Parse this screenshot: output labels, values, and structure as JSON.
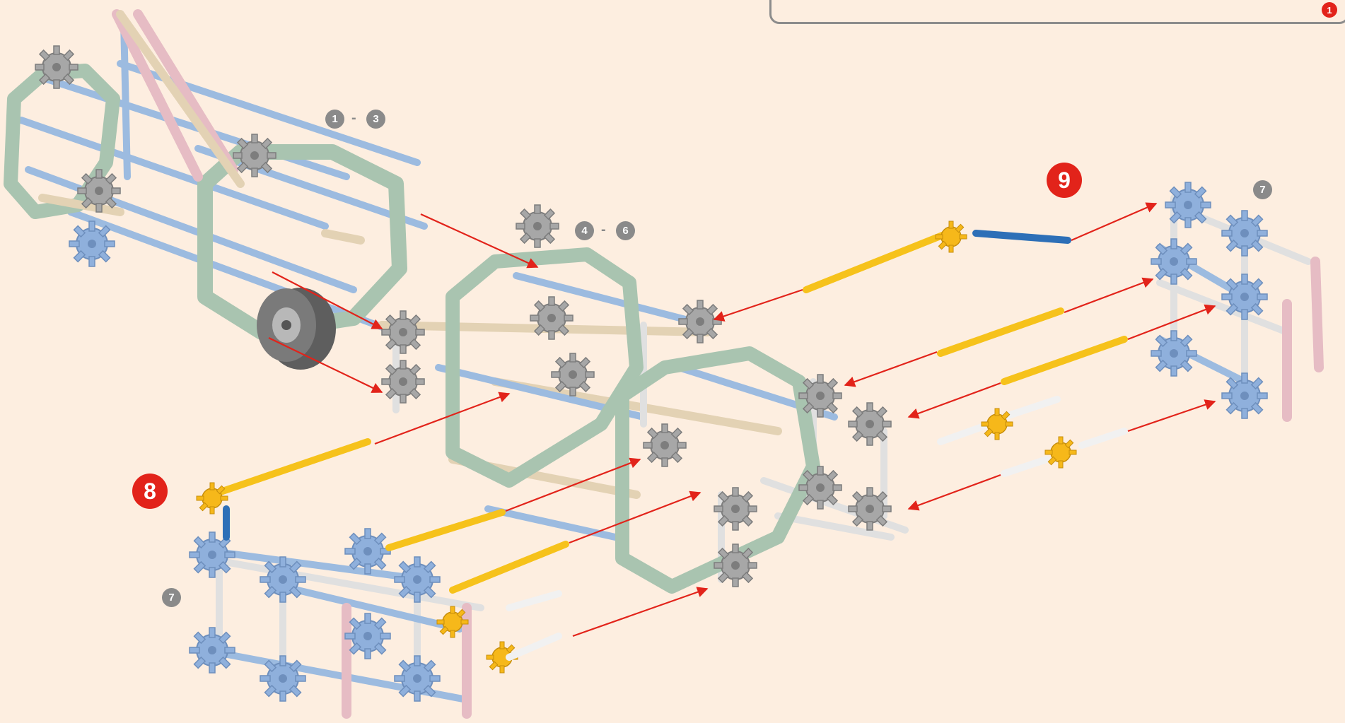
{
  "header": {
    "step_indicator": "1"
  },
  "steps": {
    "main_left": "8",
    "main_right": "9"
  },
  "references": {
    "range_a_start": "1",
    "range_a_end": "3",
    "range_b_start": "4",
    "range_b_end": "6",
    "sub_left": "7",
    "sub_right": "7"
  },
  "colors": {
    "background": "#fdeee0",
    "arrow": "#e2231a",
    "badge_red": "#e2231a",
    "badge_grey": "#8a8a8a",
    "sage_connector": "#a9c4b0",
    "blue_rod": "#9cbbe0",
    "yellow_rod": "#f6c21b",
    "grey_connector": "#9a9a9a",
    "pink_connector": "#e6bcc4",
    "tan_connector": "#e3d2b4",
    "white_rod": "#f1f1f1",
    "dark_blue_rod": "#2d6fb7"
  }
}
